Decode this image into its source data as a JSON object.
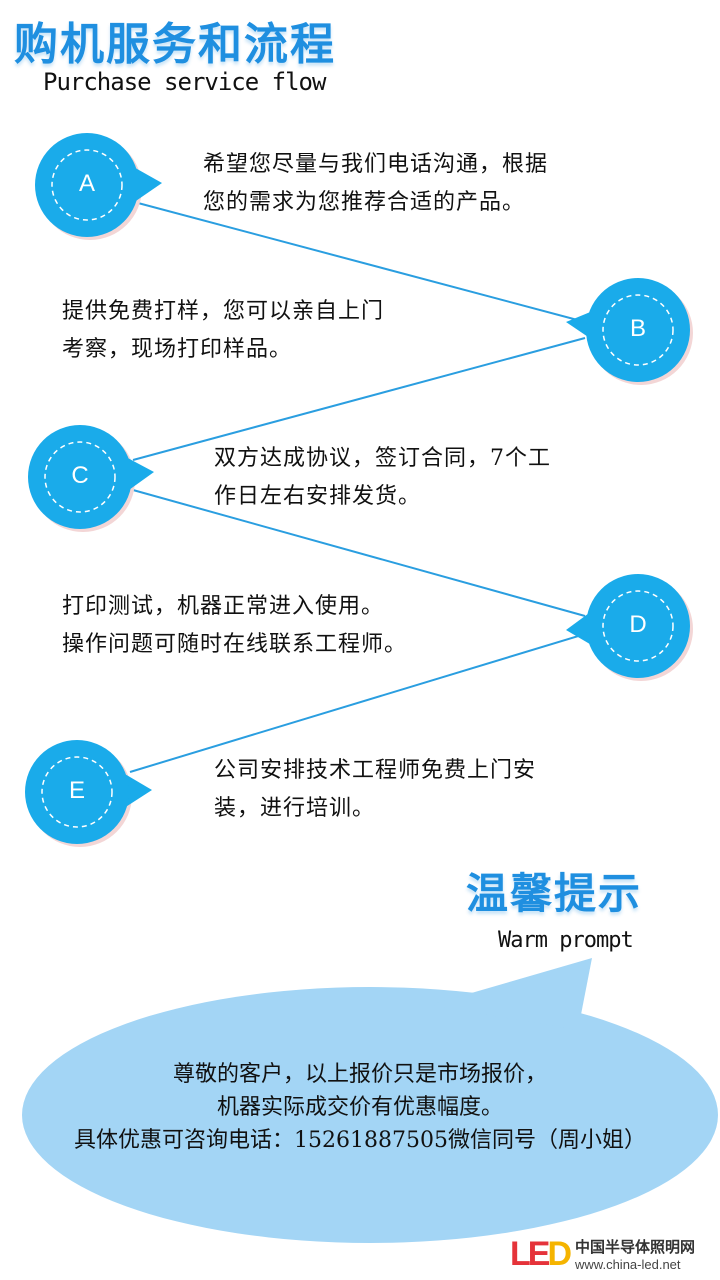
{
  "header": {
    "title": "购机服务和流程",
    "subtitle": "Purchase service flow"
  },
  "steps": [
    {
      "letter": "A",
      "lines": [
        "希望您尽量与我们电话沟通，根据",
        "您的需求为您推荐合适的产品。"
      ]
    },
    {
      "letter": "B",
      "lines": [
        "提供免费打样，您可以亲自上门",
        "考察，现场打印样品。"
      ]
    },
    {
      "letter": "C",
      "lines": [
        "双方达成协议，签订合同，7个工",
        "作日左右安排发货。"
      ]
    },
    {
      "letter": "D",
      "lines": [
        "打印测试，机器正常进入使用。",
        "操作问题可随时在线联系工程师。"
      ]
    },
    {
      "letter": "E",
      "lines": [
        "公司安排技术工程师免费上门安",
        "装，进行培训。"
      ]
    }
  ],
  "tips": {
    "title": "温馨提示",
    "subtitle": "Warm prompt",
    "lines": [
      "尊敬的客户，以上报价只是市场报价，",
      "机器实际成交价有优惠幅度。",
      "具体优惠可咨询电话：15261887505微信同号（周小姐）"
    ]
  },
  "watermark": {
    "logo_text": "LED",
    "name": "中国半导体照明网",
    "url": "www.china-led.net"
  },
  "colors": {
    "circle": "#1aabea",
    "line": "#2a9ee0",
    "bubble": "#a3d5f5",
    "title": "#1f8fe0"
  }
}
